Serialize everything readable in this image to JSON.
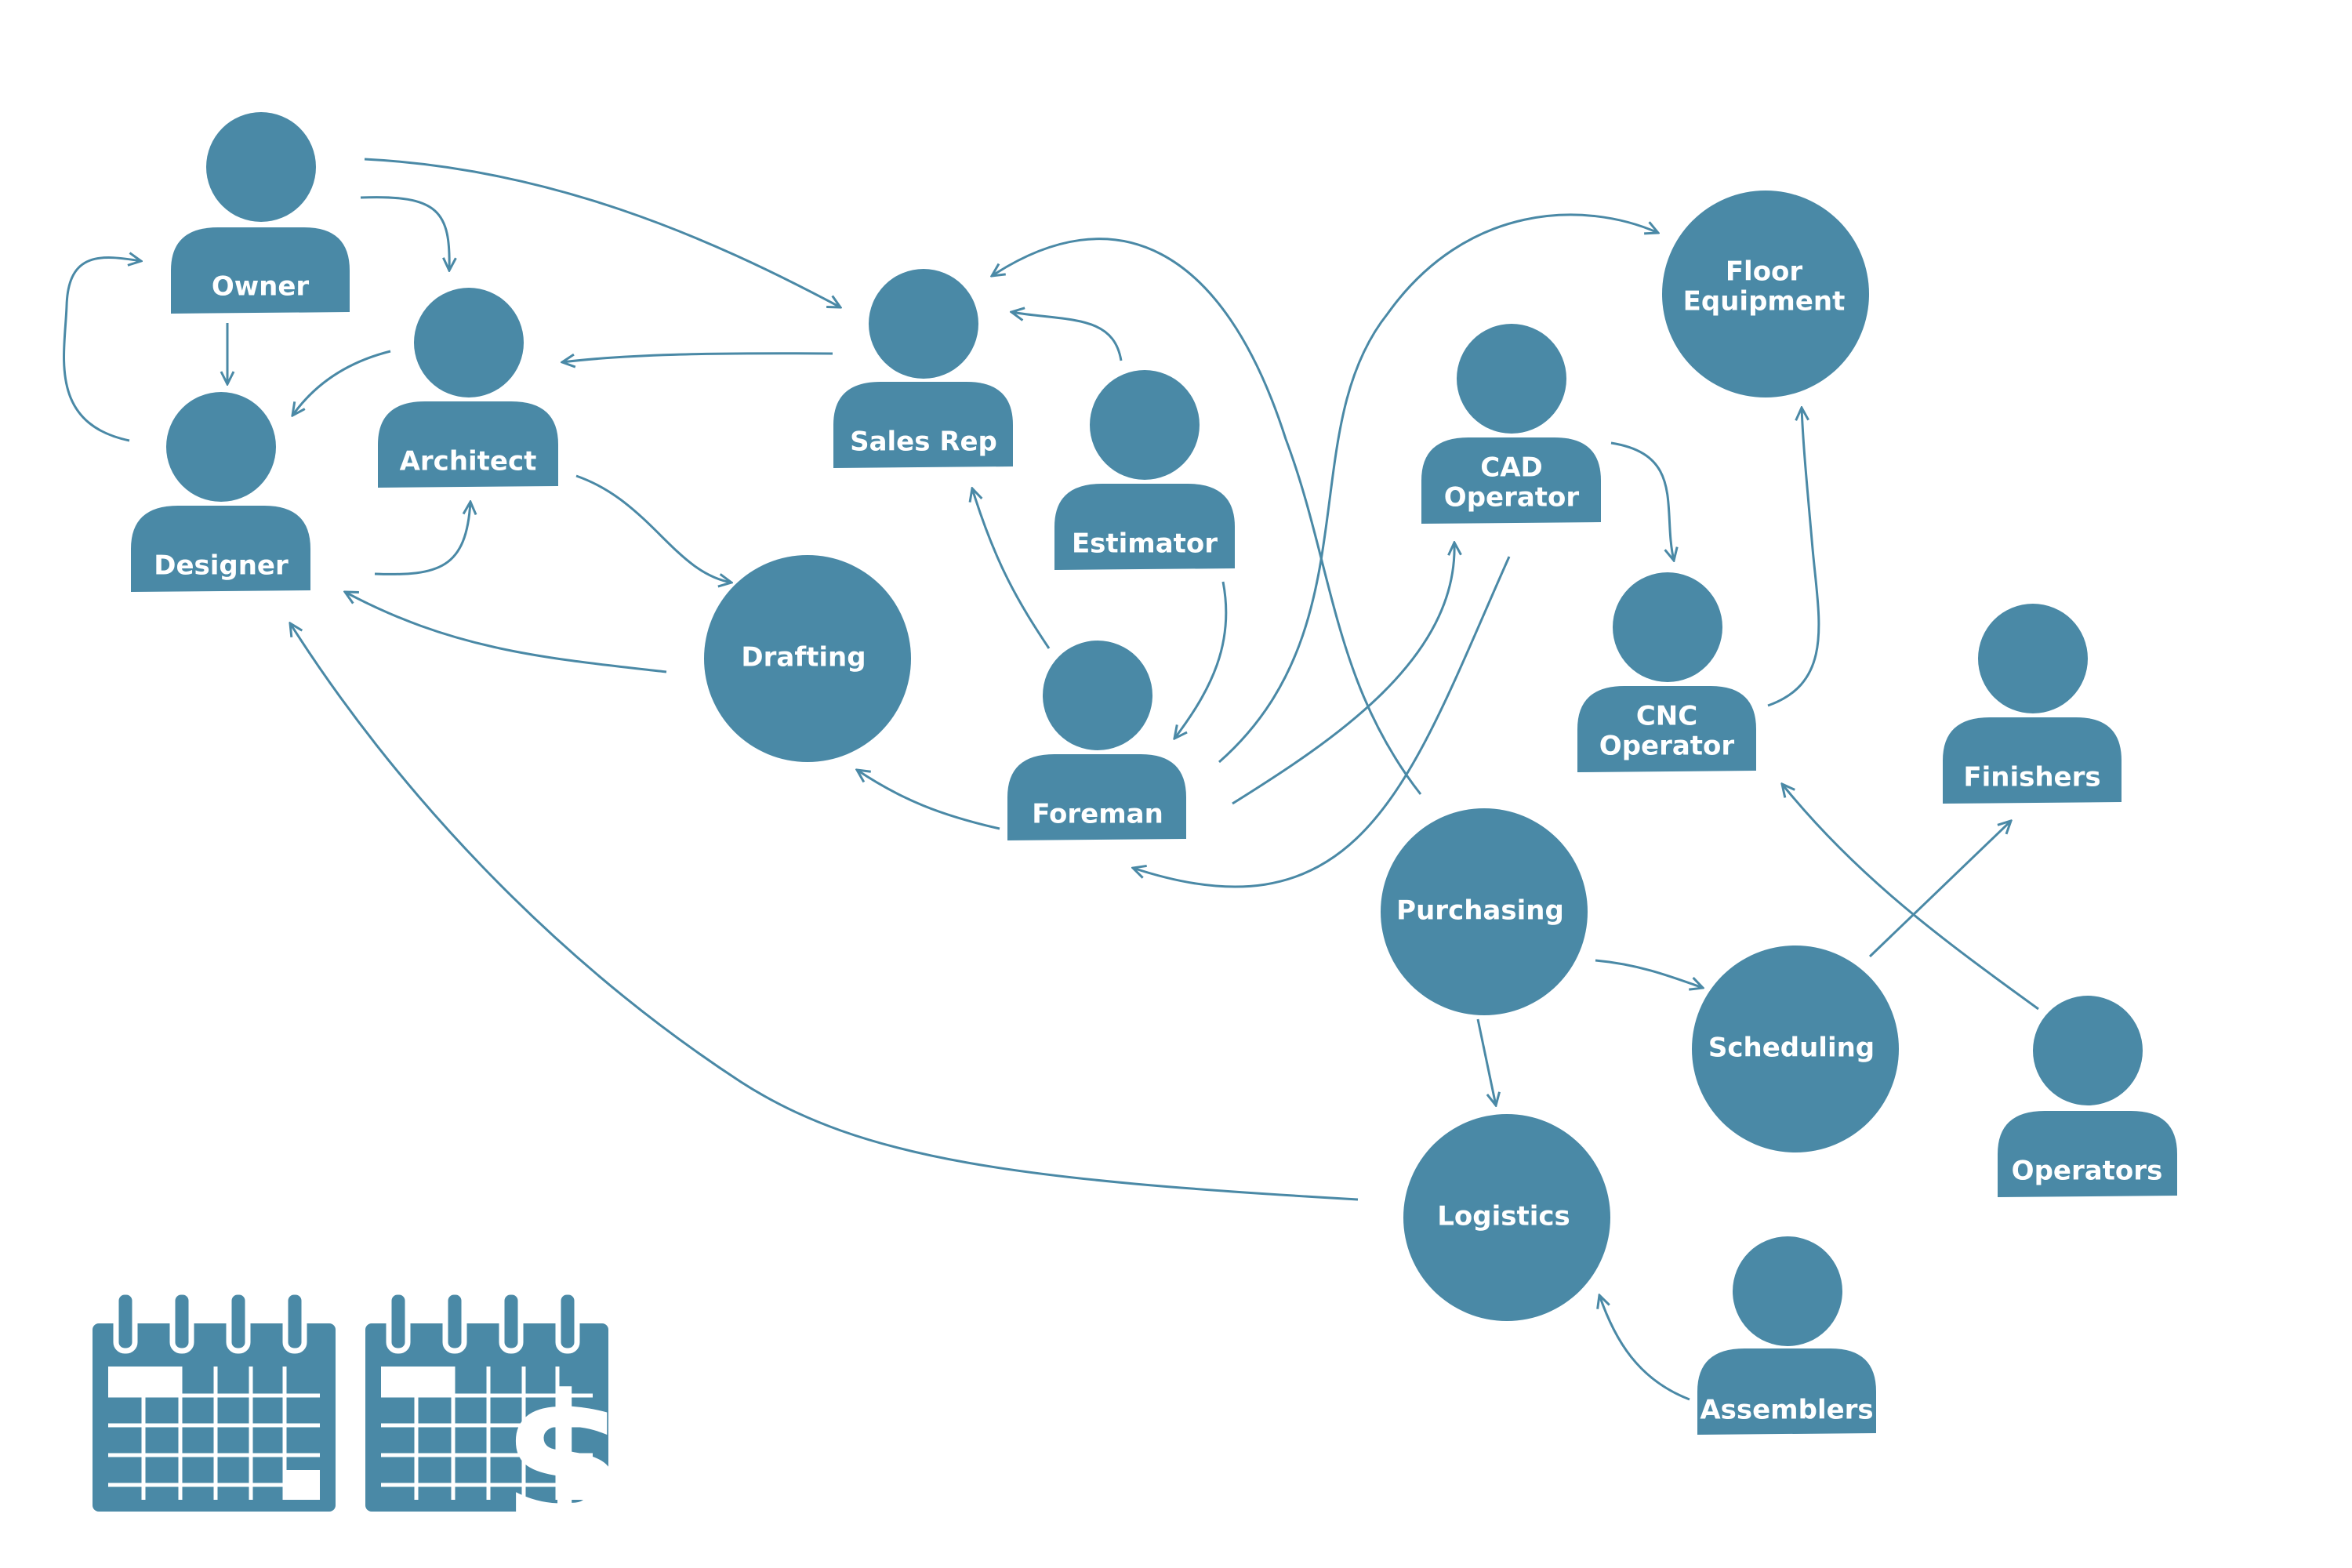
{
  "colors": {
    "primary": "#4a89a6",
    "background": "#ffffff",
    "label": "#ffffff"
  },
  "nodes": {
    "owner": {
      "label": "Owner",
      "kind": "person"
    },
    "architect": {
      "label": "Architect",
      "kind": "person"
    },
    "designer": {
      "label": "Designer",
      "kind": "person"
    },
    "sales_rep": {
      "label": "Sales Rep",
      "kind": "person"
    },
    "estimator": {
      "label": "Estimator",
      "kind": "person"
    },
    "foreman": {
      "label": "Foreman",
      "kind": "person"
    },
    "cad_operator": {
      "label_line1": "CAD",
      "label_line2": "Operator",
      "kind": "person"
    },
    "cnc_operator": {
      "label_line1": "CNC",
      "label_line2": "Operator",
      "kind": "person"
    },
    "finishers": {
      "label": "Finishers",
      "kind": "person"
    },
    "operators": {
      "label": "Operators",
      "kind": "person"
    },
    "assemblers": {
      "label": "Assemblers",
      "kind": "person"
    },
    "drafting": {
      "label": "Drafting",
      "kind": "process"
    },
    "floor_equipment": {
      "label_line1": "Floor",
      "label_line2": "Equipment",
      "kind": "process"
    },
    "purchasing": {
      "label": "Purchasing",
      "kind": "process"
    },
    "scheduling": {
      "label": "Scheduling",
      "kind": "process"
    },
    "logistics": {
      "label": "Logistics",
      "kind": "process"
    }
  },
  "edges": [
    {
      "from": "owner",
      "to": "sales_rep"
    },
    {
      "from": "owner",
      "to": "architect"
    },
    {
      "from": "owner",
      "to": "designer"
    },
    {
      "from": "designer",
      "to": "owner"
    },
    {
      "from": "architect",
      "to": "designer"
    },
    {
      "from": "designer",
      "to": "architect"
    },
    {
      "from": "sales_rep",
      "to": "architect"
    },
    {
      "from": "architect",
      "to": "drafting"
    },
    {
      "from": "drafting",
      "to": "designer"
    },
    {
      "from": "estimator",
      "to": "sales_rep"
    },
    {
      "from": "estimator",
      "to": "foreman"
    },
    {
      "from": "foreman",
      "to": "sales_rep"
    },
    {
      "from": "foreman",
      "to": "drafting"
    },
    {
      "from": "foreman",
      "to": "floor_equipment"
    },
    {
      "from": "foreman",
      "to": "cad_operator"
    },
    {
      "from": "cad_operator",
      "to": "foreman"
    },
    {
      "from": "cad_operator",
      "to": "cnc_operator"
    },
    {
      "from": "cnc_operator",
      "to": "floor_equipment"
    },
    {
      "from": "purchasing",
      "to": "sales_rep"
    },
    {
      "from": "purchasing",
      "to": "scheduling"
    },
    {
      "from": "purchasing",
      "to": "logistics"
    },
    {
      "from": "scheduling",
      "to": "finishers"
    },
    {
      "from": "operators",
      "to": "cnc_operator"
    },
    {
      "from": "assemblers",
      "to": "logistics"
    },
    {
      "from": "logistics",
      "to": "designer"
    }
  ],
  "footer": {
    "calendars": [
      {
        "icon": "calendar-icon"
      },
      {
        "icon": "calendar-icon"
      }
    ],
    "money": "$$$"
  }
}
